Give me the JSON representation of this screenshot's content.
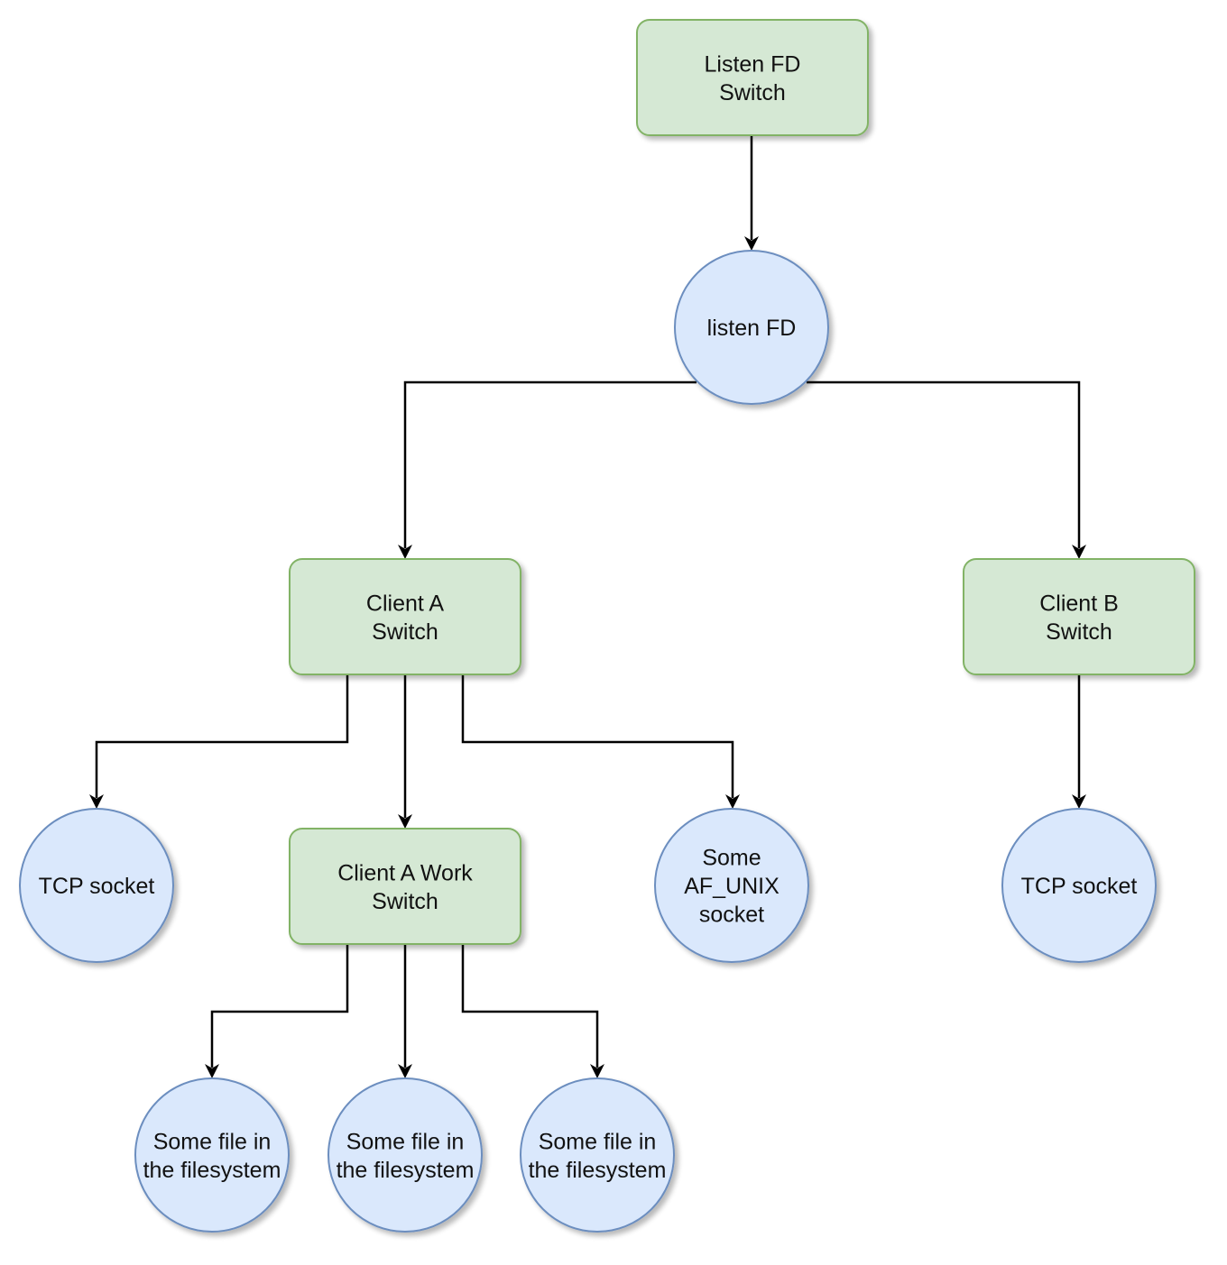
{
  "colors": {
    "switch_fill": "#d5e8d4",
    "switch_stroke": "#82b366",
    "resource_fill": "#dae8fc",
    "resource_stroke": "#6c8ebf",
    "edge": "#000000",
    "text": "#111111"
  },
  "nodes": {
    "listen_fd_switch": {
      "shape": "rounded-rectangle",
      "lines": [
        "Listen FD",
        "Switch"
      ]
    },
    "listen_fd": {
      "shape": "circle",
      "lines": [
        "listen FD"
      ]
    },
    "client_a_switch": {
      "shape": "rounded-rectangle",
      "lines": [
        "Client A",
        "Switch"
      ]
    },
    "client_b_switch": {
      "shape": "rounded-rectangle",
      "lines": [
        "Client B",
        "Switch"
      ]
    },
    "tcp_socket_a": {
      "shape": "circle",
      "lines": [
        "TCP socket"
      ]
    },
    "client_a_work_switch": {
      "shape": "rounded-rectangle",
      "lines": [
        "Client A Work",
        "Switch"
      ]
    },
    "af_unix_socket": {
      "shape": "circle",
      "lines": [
        "Some",
        "AF_UNIX",
        "socket"
      ]
    },
    "tcp_socket_b": {
      "shape": "circle",
      "lines": [
        "TCP socket"
      ]
    },
    "file_1": {
      "shape": "circle",
      "lines": [
        "Some file in",
        "the filesystem"
      ]
    },
    "file_2": {
      "shape": "circle",
      "lines": [
        "Some file in",
        "the filesystem"
      ]
    },
    "file_3": {
      "shape": "circle",
      "lines": [
        "Some file in",
        "the filesystem"
      ]
    }
  },
  "edges": [
    {
      "from": "listen_fd_switch",
      "to": "listen_fd"
    },
    {
      "from": "listen_fd",
      "to": "client_a_switch"
    },
    {
      "from": "listen_fd",
      "to": "client_b_switch"
    },
    {
      "from": "client_a_switch",
      "to": "tcp_socket_a"
    },
    {
      "from": "client_a_switch",
      "to": "client_a_work_switch"
    },
    {
      "from": "client_a_switch",
      "to": "af_unix_socket"
    },
    {
      "from": "client_b_switch",
      "to": "tcp_socket_b"
    },
    {
      "from": "client_a_work_switch",
      "to": "file_1"
    },
    {
      "from": "client_a_work_switch",
      "to": "file_2"
    },
    {
      "from": "client_a_work_switch",
      "to": "file_3"
    }
  ]
}
